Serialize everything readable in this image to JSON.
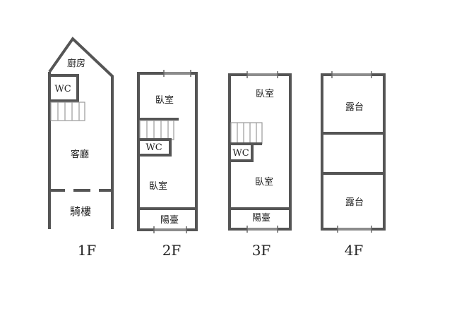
{
  "floors": [
    {
      "label": "1F",
      "rooms": {
        "kitchen": "廚房",
        "wc": "WC",
        "living": "客廳",
        "arcade": "騎樓"
      }
    },
    {
      "label": "2F",
      "rooms": {
        "bedroom_top": "臥室",
        "wc": "WC",
        "bedroom_bottom": "臥室",
        "balcony": "陽臺"
      }
    },
    {
      "label": "3F",
      "rooms": {
        "bedroom_top": "臥室",
        "wc": "WC",
        "bedroom_bottom": "臥室",
        "balcony": "陽臺"
      }
    },
    {
      "label": "4F",
      "rooms": {
        "terrace_top": "露台",
        "terrace_bottom": "露台"
      }
    }
  ]
}
